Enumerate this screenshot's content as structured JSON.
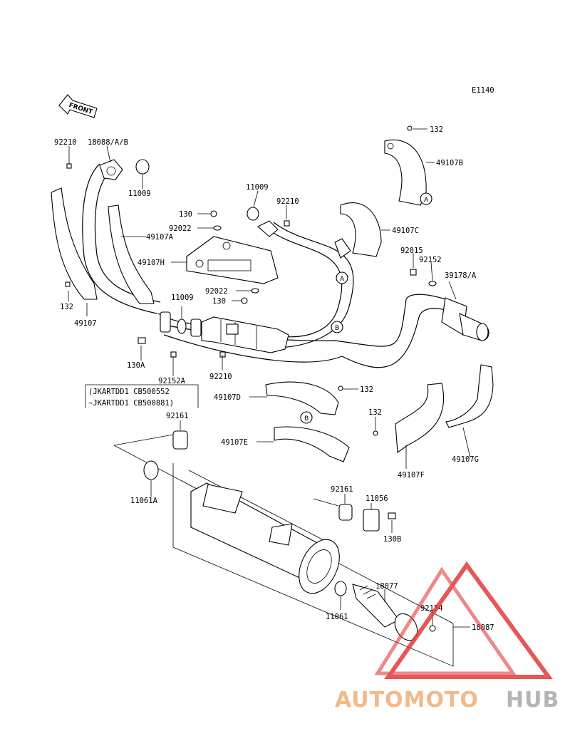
{
  "diagram_code": "E1140",
  "front_label": "FRONT",
  "serial_note": {
    "line1": "(JKARTDD1 CB500552",
    "line2": "~JKARTDD1 CB500881)"
  },
  "callouts": {
    "c_a1": "A",
    "c_a2": "A",
    "c_b1": "B",
    "c_b2": "B"
  },
  "labels": {
    "p92210_a": "92210",
    "p18088": "18088/A/B",
    "p11009_a": "11009",
    "p49107a": "49107A",
    "p132_a": "132",
    "p49107": "49107",
    "p130a": "130A",
    "p92152a": "92152A",
    "p11009_b": "11009",
    "p92210_b": "92210",
    "p130_a": "130",
    "p92022_a": "92022",
    "p49107h": "49107H",
    "p92022_b": "92022",
    "p130_b": "130",
    "p11009_c": "11009",
    "p92210_c": "92210",
    "p132_b": "132",
    "p49107b": "49107B",
    "p49107c": "49107C",
    "p92015": "92015",
    "p92152": "92152",
    "p39178": "39178/A",
    "p49107d": "49107D",
    "p132_c": "132",
    "p132_d": "132",
    "p49107e": "49107E",
    "p49107f": "49107F",
    "p49107g": "49107G",
    "p92161_a": "92161",
    "p11061a": "11061A",
    "p92161_b": "92161",
    "p11056": "11056",
    "p130b": "130B",
    "p18077": "18077",
    "p92154": "92154",
    "p18087": "18087",
    "p11061": "11061"
  },
  "watermark": {
    "part1": "AUTOMOTO",
    "part2": "HUB",
    "color_accent": "#e23a3a",
    "color_orange": "#f2b98a",
    "color_gray": "#b5b5b5"
  }
}
